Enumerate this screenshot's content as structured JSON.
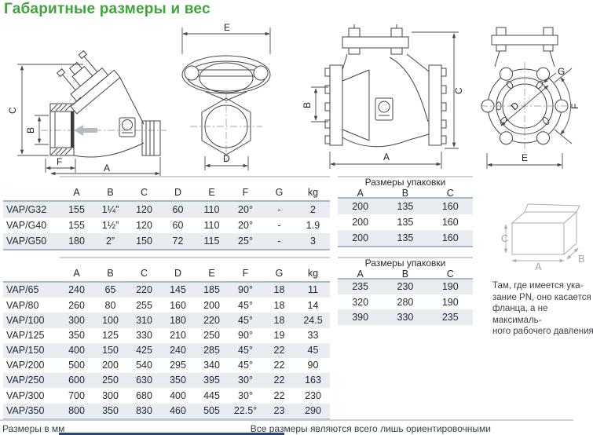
{
  "page": {
    "title": "Габаритные размеры и вес",
    "footer_left": "Размеры в мм",
    "footer_right": "Все размеры являются всего лишь ориентировочными"
  },
  "colors": {
    "title_green": "#3fa53b",
    "row_stripe": "#e9edf2",
    "rule_blue": "#a6bac9",
    "rule_gray": "#cdd2d6",
    "text_dark": "#232a32",
    "box_gray": "#a9aeb3",
    "bottom_bar_navy": "#2a4680"
  },
  "note": {
    "lines": [
      "Там, где имеется ука-",
      "зание PN, оно касается",
      "фланца, а не максималь-",
      "ного рабочего давления."
    ]
  },
  "package_box": {
    "labels": {
      "a": "A",
      "b": "B",
      "c": "C"
    }
  },
  "drawings": {
    "view1": {
      "dims": {
        "a": "A",
        "b": "B",
        "c": "C",
        "f": "F"
      }
    },
    "view2": {
      "dims": {
        "d": "D",
        "e": "E"
      }
    },
    "view3": {
      "dims": {
        "a": "A",
        "b": "B",
        "c": "C"
      }
    },
    "view4": {
      "dims": {
        "d": "D",
        "e": "E",
        "f": "F",
        "g": "G"
      }
    }
  },
  "table1": {
    "columns": [
      "A",
      "B",
      "C",
      "D",
      "E",
      "F",
      "G",
      "kg"
    ],
    "packaging_title": "Размеры упаковки",
    "packaging_columns": [
      "A",
      "B",
      "C"
    ],
    "rows": [
      {
        "model": "VAP/G32",
        "values": [
          "155",
          "1¼”",
          "120",
          "60",
          "110",
          "20°",
          "-",
          "2"
        ],
        "packaging": [
          "200",
          "135",
          "160"
        ]
      },
      {
        "model": "VAP/G40",
        "values": [
          "155",
          "1½”",
          "120",
          "60",
          "110",
          "20°",
          "-",
          "1.9"
        ],
        "packaging": [
          "200",
          "135",
          "160"
        ]
      },
      {
        "model": "VAP/G50",
        "values": [
          "180",
          "2”",
          "150",
          "72",
          "115",
          "25°",
          "-",
          "3"
        ],
        "packaging": [
          "200",
          "135",
          "160"
        ]
      }
    ]
  },
  "table2": {
    "columns": [
      "A",
      "B",
      "C",
      "D",
      "E",
      "F",
      "G",
      "kg"
    ],
    "packaging_title": "Размеры упаковки",
    "packaging_columns": [
      "A",
      "B",
      "C"
    ],
    "rows": [
      {
        "model": "VAP/65",
        "values": [
          "240",
          "65",
          "220",
          "145",
          "185",
          "90°",
          "18",
          "11"
        ],
        "packaging": [
          "235",
          "230",
          "190"
        ]
      },
      {
        "model": "VAP/80",
        "values": [
          "260",
          "80",
          "255",
          "160",
          "200",
          "45°",
          "18",
          "14"
        ],
        "packaging": [
          "320",
          "280",
          "190"
        ]
      },
      {
        "model": "VAP/100",
        "values": [
          "300",
          "100",
          "310",
          "180",
          "220",
          "45°",
          "18",
          "24.5"
        ],
        "packaging": [
          "390",
          "330",
          "235"
        ]
      },
      {
        "model": "VAP/125",
        "values": [
          "350",
          "125",
          "330",
          "210",
          "250",
          "90°",
          "19",
          "33"
        ]
      },
      {
        "model": "VAP/150",
        "values": [
          "400",
          "150",
          "425",
          "240",
          "285",
          "45°",
          "22",
          "45"
        ]
      },
      {
        "model": "VAP/200",
        "values": [
          "500",
          "200",
          "540",
          "295",
          "340",
          "45°",
          "22",
          "90"
        ]
      },
      {
        "model": "VAP/250",
        "values": [
          "600",
          "250",
          "630",
          "350",
          "395",
          "30°",
          "22",
          "163"
        ]
      },
      {
        "model": "VAP/300",
        "values": [
          "700",
          "300",
          "680",
          "400",
          "445",
          "30°",
          "22",
          "230"
        ]
      },
      {
        "model": "VAP/350",
        "values": [
          "800",
          "350",
          "830",
          "460",
          "505",
          "22.5°",
          "23",
          "290"
        ]
      }
    ]
  }
}
